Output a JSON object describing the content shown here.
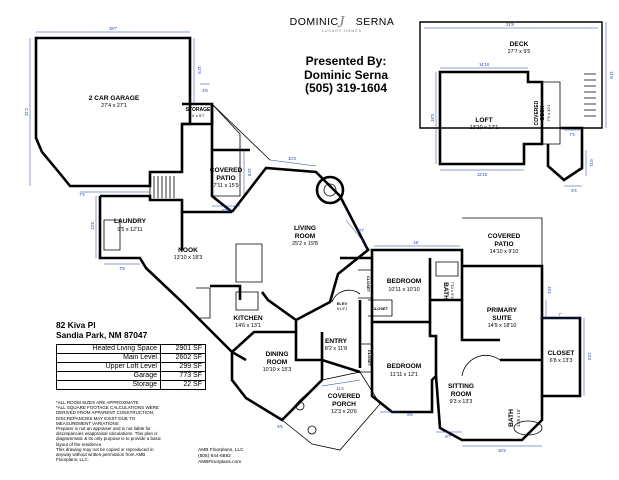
{
  "brand": {
    "name_left": "DOMINIC",
    "name_right": "SERNA",
    "tagline": "LUXURY HOMES",
    "signature_glyph": "J"
  },
  "presenter": {
    "line1": "Presented By:",
    "line2": "Dominic Serna",
    "line3": "(505) 319-1604"
  },
  "property": {
    "address_line1": "82 Kiva Pl",
    "address_line2": "Sandia Park, NM 87047",
    "areas": [
      {
        "label": "Heated Living Space",
        "value": "2901 SF"
      },
      {
        "label": "Main Level",
        "value": "2602 SF"
      },
      {
        "label": "Upper Loft Level",
        "value": "299 SF"
      },
      {
        "label": "Garage",
        "value": "773 SF"
      },
      {
        "label": "Storage",
        "value": "22 SF"
      }
    ]
  },
  "notes": [
    "*ALL ROOM SIZES ARE APPROXIMATE",
    "*ALL SQUARE FOOTAGE CALCULATIONS WERE",
    "DERIVED FROM APPARENT CONSTRUCTION;",
    "DISCREPANCIES MAY EXIST DUE TO",
    "MEASUREMENT VARIATIONS",
    "Preparer is not an appraiser and is not liable for",
    "discrepancies w/appraisal calculations. This plan is",
    "diagrammatic & its only purpose is to provide a basic",
    "layout of the residence.",
    "This drawing may not be copied or reproduced in",
    "anyway without written permission from AMB",
    "Floorplans, LLC."
  ],
  "company": {
    "line1": "AMB Floorplans, LLC",
    "line2": "(505) 844-6882",
    "line3": "AMBFloorplans.com"
  },
  "rooms": {
    "garage": {
      "name": "2 CAR GARAGE",
      "dim": "27'4 x 27'1"
    },
    "storage": {
      "name": "STORAGE",
      "dim": "4' x 5'7"
    },
    "covered_patio_1": {
      "name_a": "COVERED",
      "name_b": "PATIO",
      "dim": "7'11 x 15'9"
    },
    "laundry": {
      "name": "LAUNDRY",
      "dim": "9'5 x 12'11"
    },
    "nook": {
      "name": "NOOK",
      "dim": "13'10 x 18'3"
    },
    "living": {
      "name_a": "LIVING",
      "name_b": "ROOM",
      "dim": "25'2 x 19'8"
    },
    "kitchen": {
      "name": "KITCHEN",
      "dim": "14'6 x 13'1"
    },
    "dining": {
      "name_a": "DINING",
      "name_b": "ROOM",
      "dim": "10'10 x 15'3"
    },
    "entry": {
      "name": "ENTRY",
      "dim": "8'2 x 11'8"
    },
    "bedroom_1": {
      "name": "BEDROOM",
      "dim": "10'11 x 10'10"
    },
    "bedroom_2": {
      "name": "BEDROOM",
      "dim": "11'11 x 12'1"
    },
    "closet_small": {
      "name": "CLOSET"
    },
    "closet_v1": {
      "name": "CLOSET"
    },
    "closet_v2": {
      "name": "CLOSET"
    },
    "bath_1": {
      "name": "BATH",
      "dim": "7'10 x 5'10"
    },
    "covered_patio_2": {
      "name_a": "COVERED",
      "name_b": "PATIO",
      "dim": "14'10 x 9'10"
    },
    "primary": {
      "name_a": "PRIMARY",
      "name_b": "SUITE",
      "dim": "14'9 x 18'10"
    },
    "closet_primary": {
      "name": "CLOSET",
      "dim": "6'8 x 13'3"
    },
    "sitting": {
      "name_a": "SITTING",
      "name_b": "ROOM",
      "dim": "9'3 x 13'3"
    },
    "bath_primary": {
      "name": "BATH",
      "dim": "13'8 x 13'"
    },
    "covered_porch": {
      "name_a": "COVERED",
      "name_b": "PORCH",
      "dim": "12'3 x 20'6"
    },
    "deck": {
      "name": "DECK",
      "dim": "27'7 x 9'5"
    },
    "loft": {
      "name": "LOFT",
      "dim": "13'10 x 17'1"
    },
    "covered_deck": {
      "name_a": "COVERED",
      "name_b": "DECK",
      "dim": "7'9 x 10'1"
    },
    "elev": {
      "name": "ELEV",
      "dim": "5'x 6'1"
    }
  },
  "dims": {
    "garage_top": "28'7",
    "garage_left": "31'2",
    "garage_right": "11'9",
    "garage_bottom": "7'4",
    "storage_top": "4'6",
    "patio_right": "15'9",
    "patio_bottom": "7'11",
    "laundry_left": "13'5",
    "nook_bottom": "7'8",
    "living_top": "10'3",
    "living_diag": "10'7",
    "living_right": "18'",
    "entry_bottom": "11'4",
    "porch_bottom": "6'5",
    "bed2_bottom": "8'6",
    "sitting_bottom": "9'7",
    "bath_bottom": "18'2",
    "suite_right": "15'1",
    "closet_right": "13'3",
    "suite_mid": "7'",
    "deck_top": "21'8",
    "loft_top": "14'10",
    "loft_left": "18'3",
    "loft_bottom": "12'10",
    "deck_right": "11'9",
    "cd_right": "7'3",
    "stair_right": "9'4",
    "stair_h": "6'11"
  }
}
